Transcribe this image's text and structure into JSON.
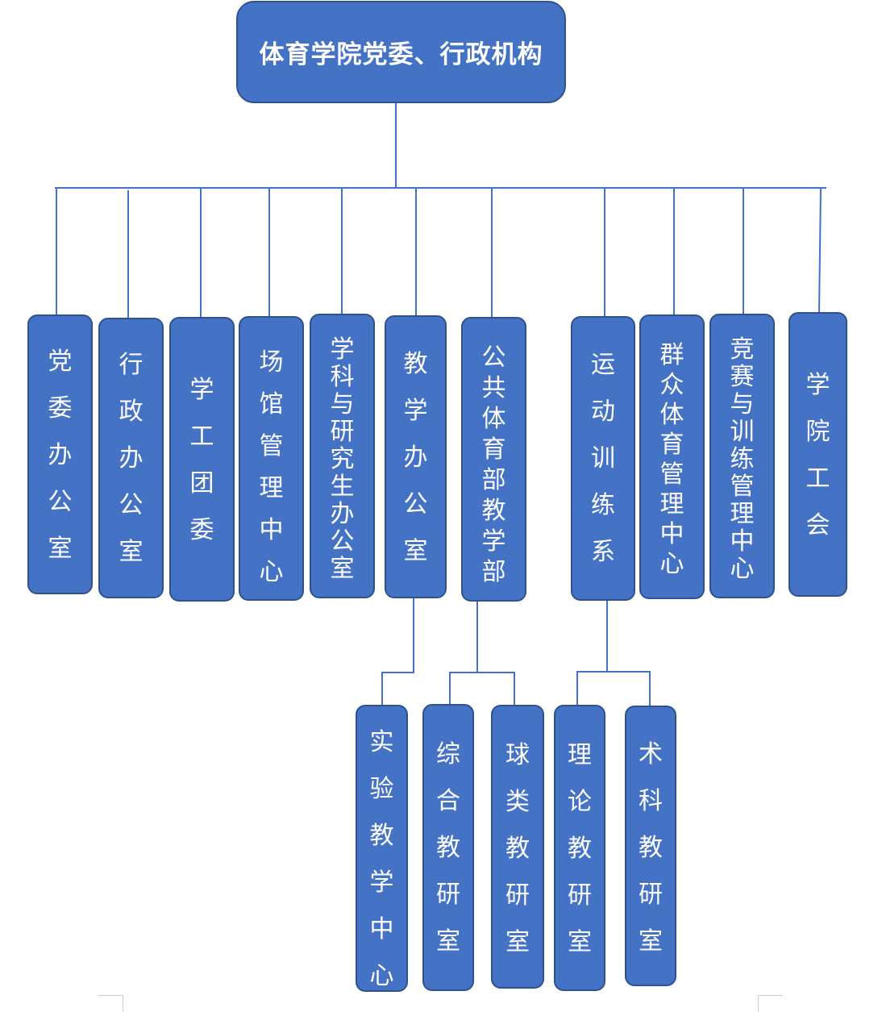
{
  "title": "体育学院党委、行政机构",
  "colors": {
    "box_fill": "#4472C4",
    "box_border": "#2F528F",
    "line": "#4472C4",
    "text": "#FFFFFF"
  },
  "units": [
    {
      "label": "党委办公室"
    },
    {
      "label": "行政办公室"
    },
    {
      "label": "学工团委"
    },
    {
      "label": "场馆管理中心"
    },
    {
      "label": "学科与研究生办公室"
    },
    {
      "label": "教学办公室"
    },
    {
      "label": "公共体育部教学部"
    },
    {
      "label": "运动训练系"
    },
    {
      "label": "群众体育管理中心"
    },
    {
      "label": "竞赛与训练管理中心"
    },
    {
      "label": "学院工会"
    }
  ],
  "subunits": [
    {
      "label": "实验教学中心",
      "parent": "教学办公室"
    },
    {
      "label": "综合教研室",
      "parent": "公共体育部教学部"
    },
    {
      "label": "球类教研室",
      "parent": "公共体育部教学部"
    },
    {
      "label": "理论教研室",
      "parent": "运动训练系"
    },
    {
      "label": "术科教研室",
      "parent": "运动训练系"
    }
  ]
}
